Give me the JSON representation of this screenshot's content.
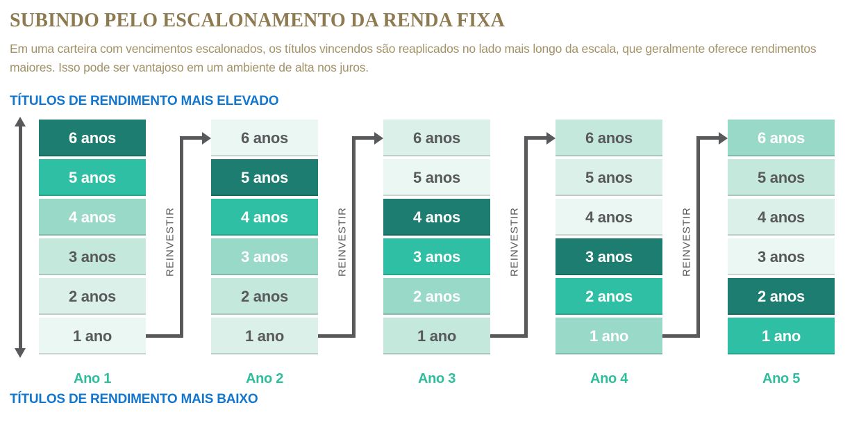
{
  "header": {
    "title": "SUBINDO PELO ESCALONAMENTO DA RENDA FIXA",
    "subtitle": "Em uma carteira com vencimentos escalonados, os títulos vincendos são reaplicados no lado mais longo da escala, que geralmente oferece rendimentos maiores. Isso pode ser vantajoso em um ambiente de alta nos juros."
  },
  "labels": {
    "top_yield": "TÍTULOS DE RENDIMENTO MAIS ELEVADO",
    "bottom_yield": "TÍTULOS DE RENDIMENTO MAIS BAIXO",
    "reinvest": "REINVESTIR"
  },
  "colors": {
    "shades": [
      "#1c7d70",
      "#2fbfa4",
      "#99d9c7",
      "#c5e8dd",
      "#daf0e9",
      "#ebf7f3"
    ],
    "blue": "#1276ce",
    "gray": "#58595b",
    "teal_label": "#30bd9d",
    "gold_title": "#8e7a50",
    "gold_text": "#a39267",
    "cell_text_light": "#ffffff"
  },
  "columns": [
    {
      "label": "Ano 1",
      "cells": [
        {
          "text": "6 anos",
          "shade": 0
        },
        {
          "text": "5 anos",
          "shade": 1
        },
        {
          "text": "4 anos",
          "shade": 2
        },
        {
          "text": "3 anos",
          "shade": 3
        },
        {
          "text": "2 anos",
          "shade": 4
        },
        {
          "text": "1 ano",
          "shade": 5
        }
      ]
    },
    {
      "label": "Ano 2",
      "cells": [
        {
          "text": "6 anos",
          "shade": 5
        },
        {
          "text": "5 anos",
          "shade": 0
        },
        {
          "text": "4 anos",
          "shade": 1
        },
        {
          "text": "3 anos",
          "shade": 2
        },
        {
          "text": "2 anos",
          "shade": 3
        },
        {
          "text": "1 ano",
          "shade": 4
        }
      ]
    },
    {
      "label": "Ano 3",
      "cells": [
        {
          "text": "6 anos",
          "shade": 4
        },
        {
          "text": "5 anos",
          "shade": 5
        },
        {
          "text": "4 anos",
          "shade": 0
        },
        {
          "text": "3 anos",
          "shade": 1
        },
        {
          "text": "2 anos",
          "shade": 2
        },
        {
          "text": "1 ano",
          "shade": 3
        }
      ]
    },
    {
      "label": "Ano 4",
      "cells": [
        {
          "text": "6 anos",
          "shade": 3
        },
        {
          "text": "5 anos",
          "shade": 4
        },
        {
          "text": "4 anos",
          "shade": 5
        },
        {
          "text": "3 anos",
          "shade": 0
        },
        {
          "text": "2 anos",
          "shade": 1
        },
        {
          "text": "1 ano",
          "shade": 2
        }
      ]
    },
    {
      "label": "Ano 5",
      "cells": [
        {
          "text": "6 anos",
          "shade": 2
        },
        {
          "text": "5 anos",
          "shade": 3
        },
        {
          "text": "4 anos",
          "shade": 4
        },
        {
          "text": "3 anos",
          "shade": 5
        },
        {
          "text": "2 anos",
          "shade": 0
        },
        {
          "text": "1 ano",
          "shade": 1
        }
      ]
    }
  ]
}
